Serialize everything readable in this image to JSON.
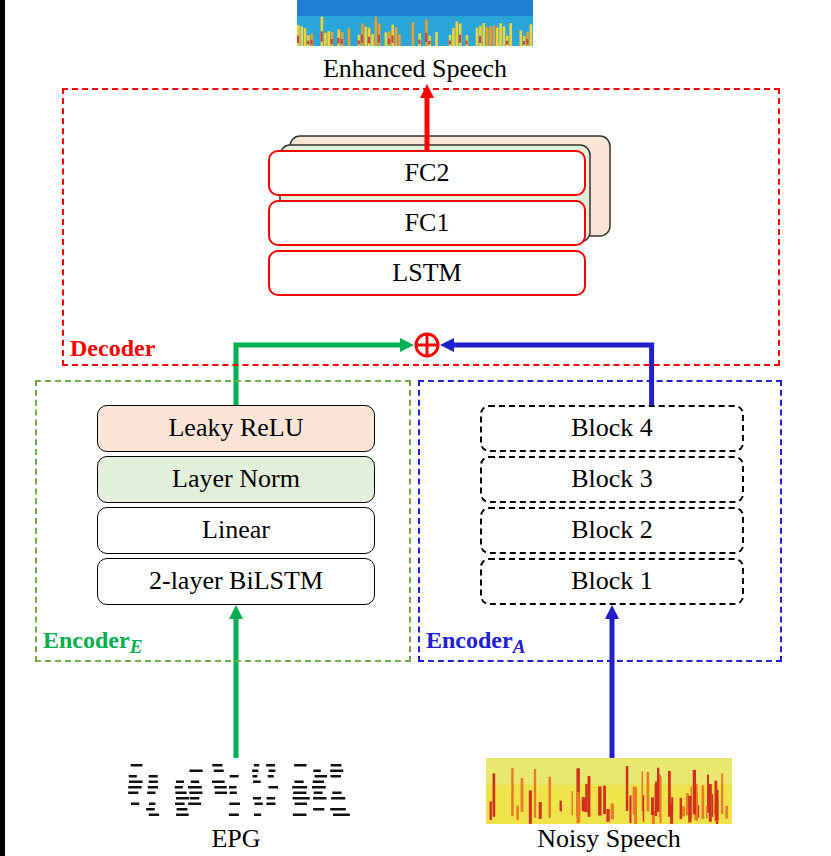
{
  "diagram": {
    "nodes": [
      {
        "text": [
          "Enhanced Speech"
        ]
      },
      {
        "text": [
          "Decoder"
        ]
      },
      {
        "text": [
          "FC2"
        ],
        "in": 1
      },
      {
        "text": [
          "FC1"
        ],
        "in": 1
      },
      {
        "text": [
          "LSTM"
        ],
        "in": 1
      },
      {
        "text": [
          "Encoder",
          "E"
        ]
      },
      {
        "text": [
          "Leaky ReLU"
        ],
        "in": 5
      },
      {
        "text": [
          "Layer Norm"
        ],
        "in": 5
      },
      {
        "text": [
          "Linear"
        ],
        "in": 5
      },
      {
        "text": [
          "2-layer BiLSTM"
        ],
        "in": 5
      },
      {
        "text": [
          "Encoder",
          "A"
        ]
      },
      {
        "text": [
          "Block 4"
        ],
        "in": 10
      },
      {
        "text": [
          "Block 3"
        ],
        "in": 10
      },
      {
        "text": [
          "Block 2"
        ],
        "in": 10
      },
      {
        "text": [
          "Block 1"
        ],
        "in": 10
      },
      {
        "text": [
          "EPG"
        ]
      },
      {
        "text": [
          "Noisy Speech"
        ]
      }
    ],
    "edges": [
      {
        "from": 6,
        "to": 4,
        "arrow": "to"
      },
      {
        "from": 11,
        "to": 4,
        "arrow": "to"
      },
      {
        "from": 2,
        "to": 0,
        "arrow": "to"
      },
      {
        "from": 15,
        "to": 9,
        "arrow": "to"
      },
      {
        "from": 16,
        "to": 14,
        "arrow": "to"
      }
    ]
  }
}
